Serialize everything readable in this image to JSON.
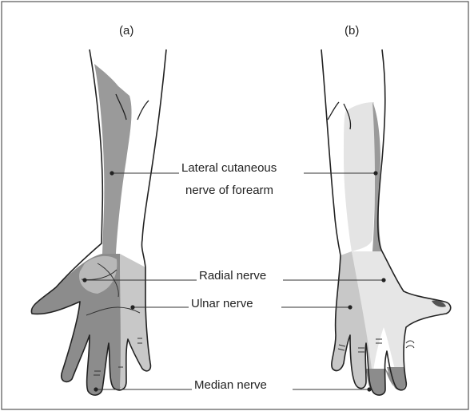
{
  "panels": {
    "a": "(a)",
    "b": "(b)"
  },
  "labels": {
    "lateral_line1": "Lateral cutaneous",
    "lateral_line2": "nerve of forearm",
    "radial": "Radial nerve",
    "ulnar": "Ulnar nerve",
    "median": "Median nerve"
  },
  "colors": {
    "lateral_cutaneous": "#9a9a9a",
    "radial": "#bdbdbd",
    "ulnar": "#c8c8c8",
    "median": "#8c8c8c",
    "light_region": "#e4e4e4",
    "outline": "#222222",
    "frame": "#555555"
  }
}
